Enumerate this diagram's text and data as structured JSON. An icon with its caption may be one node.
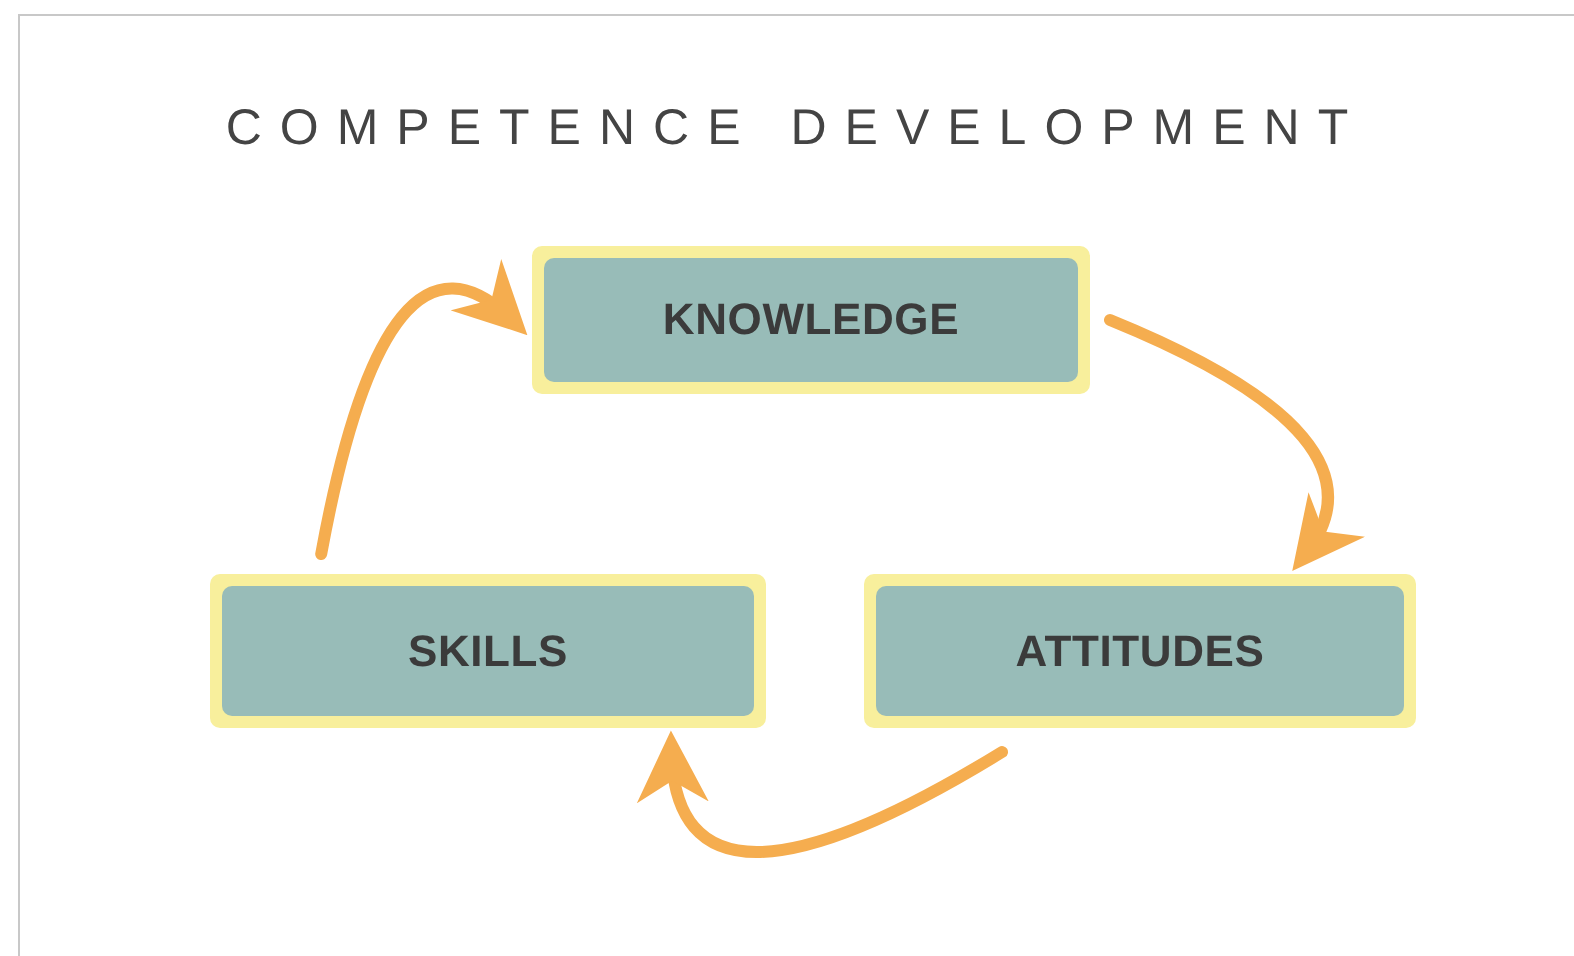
{
  "diagram": {
    "title": "COMPETENCE DEVELOPMENT",
    "nodes": [
      {
        "text": [
          "KNOWLEDGE"
        ]
      },
      {
        "text": [
          "ATTITUDES"
        ]
      },
      {
        "text": [
          "SKILLS"
        ]
      }
    ],
    "edges": [
      {
        "from": 0,
        "to": 1,
        "arrow": "to"
      },
      {
        "from": 1,
        "to": 2,
        "arrow": "to"
      },
      {
        "from": 2,
        "to": 0,
        "arrow": "to"
      }
    ]
  }
}
